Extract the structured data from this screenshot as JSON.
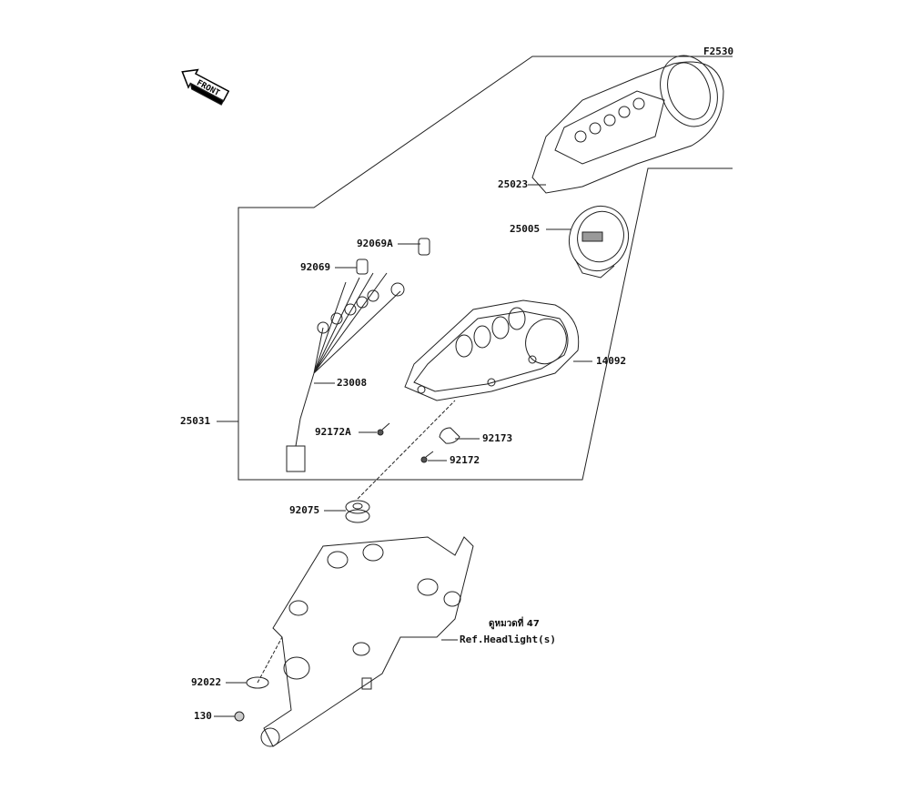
{
  "figure_code": "F2530",
  "front_arrow": "FRONT",
  "parts": [
    {
      "number": "25023"
    },
    {
      "number": "25005"
    },
    {
      "number": "92069A"
    },
    {
      "number": "92069"
    },
    {
      "number": "14092"
    },
    {
      "number": "23008"
    },
    {
      "number": "25031"
    },
    {
      "number": "92172A"
    },
    {
      "number": "92173"
    },
    {
      "number": "92172"
    },
    {
      "number": "92075"
    },
    {
      "number": "92022"
    },
    {
      "number": "130"
    }
  ],
  "reference": {
    "thai_note": "ดูหมวดที่ 47",
    "label": "Ref.Headlight(s)"
  }
}
